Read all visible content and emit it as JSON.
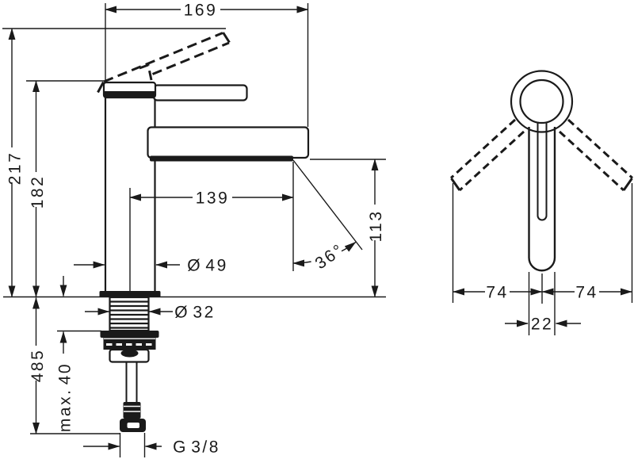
{
  "drawing": {
    "side_view": {
      "top_width": "169",
      "total_height": "217",
      "body_height": "182",
      "spout_reach": "139",
      "outlet_height": "113",
      "body_diameter": "Ø 49",
      "shank_diameter": "Ø 32",
      "spray_angle": "36°",
      "max_mounting_thickness": "max. 40",
      "hose_length": "485",
      "connection_thread": "G 3/8"
    },
    "front_view": {
      "handle_swing_left": "74",
      "handle_swing_right": "74",
      "handle_width": "22"
    }
  }
}
